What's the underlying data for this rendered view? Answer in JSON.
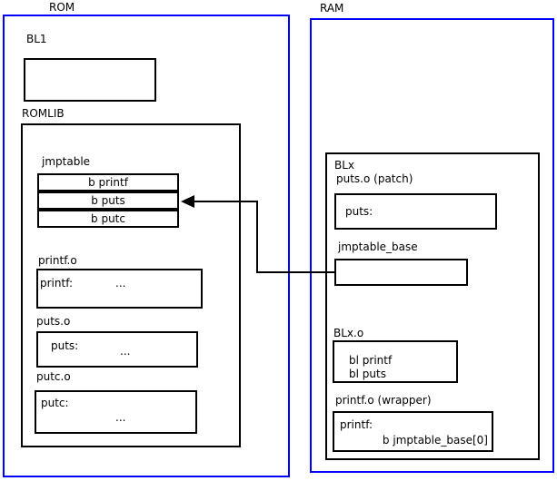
{
  "colors": {
    "frame_blue": "#0000ff",
    "box_black": "#000000",
    "background": "#ffffff"
  },
  "rom": {
    "label": "ROM",
    "bl1": {
      "label": "BL1"
    },
    "romlib": {
      "label": "ROMLIB",
      "jmptable": {
        "label": "jmptable",
        "rows": [
          "b printf",
          "b puts",
          "b putc"
        ]
      },
      "objects": [
        {
          "label": "printf.o",
          "symbol": "printf:",
          "ellipsis": "..."
        },
        {
          "label": "puts.o",
          "symbol": "puts:",
          "ellipsis": "..."
        },
        {
          "label": "putc.o",
          "symbol": "putc:",
          "ellipsis": "..."
        }
      ]
    }
  },
  "ram": {
    "label": "RAM",
    "blx": {
      "label": "BLx",
      "puts_patch": {
        "label": "puts.o (patch)",
        "symbol": "puts:"
      },
      "jmptable_base": {
        "label": "jmptable_base"
      },
      "blx_o": {
        "label": "BLx.o",
        "lines": [
          "bl printf",
          "bl puts"
        ]
      },
      "printf_wrapper": {
        "label": "printf.o (wrapper)",
        "symbol": "printf:",
        "branch": "b jmptable_base[0]"
      }
    }
  },
  "arrow": {
    "meaning": "jmptable_base entry points to 'b puts' slot in ROM jmptable"
  }
}
